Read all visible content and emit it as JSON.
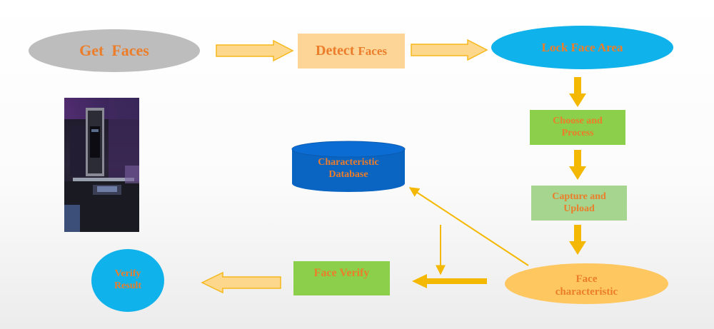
{
  "nodes": {
    "get_faces": "Get  Faces",
    "detect_faces": {
      "big": "Detect",
      "small": "Faces"
    },
    "lock_face_area": "Lock Face Area",
    "choose_and_process": [
      "Choose and",
      "Process"
    ],
    "capture_and_upload": [
      "Capture and",
      "Upload"
    ],
    "face_characteristic": [
      "Face",
      "characteristic"
    ],
    "face_verify": "Face Verify",
    "characteristic_database": [
      "Characteristic",
      "Database"
    ],
    "verify_result": [
      "Verify",
      "Result"
    ]
  },
  "colors": {
    "text": "#ec7d2a",
    "arrow_fill": "#fdd78c",
    "arrow_stroke": "#f6b91c",
    "solid_arrow": "#f5b800",
    "gray": "#bdbdbd",
    "peach": "#fdd597",
    "cyan": "#0fb2ea",
    "green": "#8ccf4a",
    "light_green": "#a5d58f",
    "orange_ellipse": "#ffc760",
    "database_blue": "#0a64c2"
  },
  "image": {
    "subject": "photo-of-face-recognition-terminal"
  }
}
